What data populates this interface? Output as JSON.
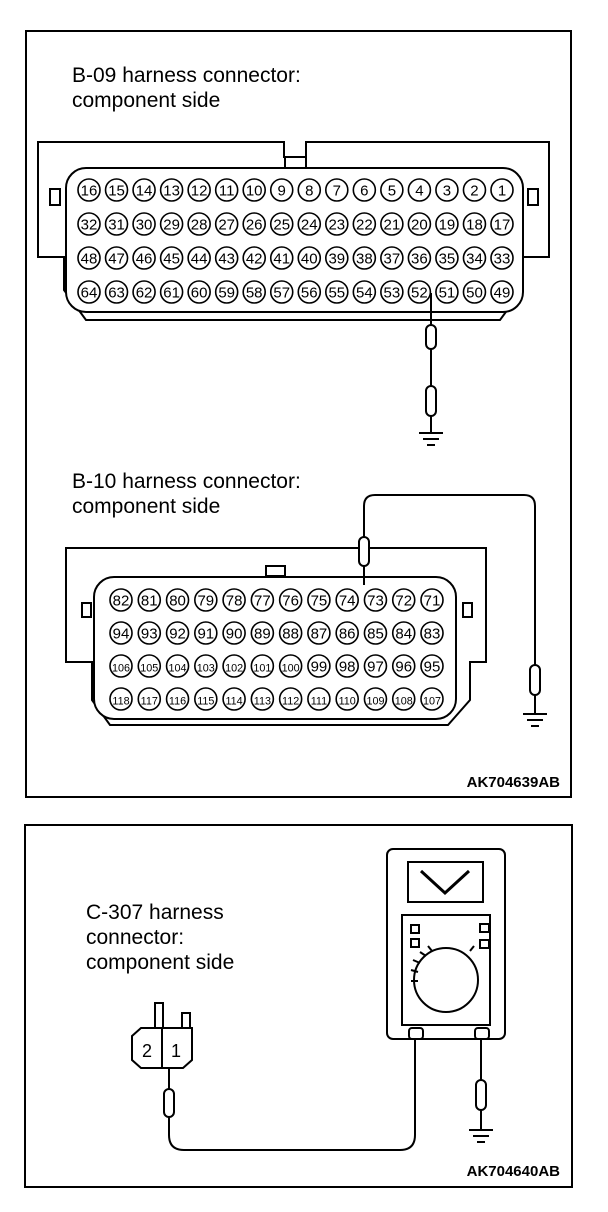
{
  "figure1": {
    "connector_b09": {
      "title_line1": "B-09 harness connector:",
      "title_line2": "component side",
      "rows": [
        [
          "16",
          "15",
          "14",
          "13",
          "12",
          "11",
          "10",
          "9",
          "8",
          "7",
          "6",
          "5",
          "4",
          "3",
          "2",
          "1"
        ],
        [
          "32",
          "31",
          "30",
          "29",
          "28",
          "27",
          "26",
          "25",
          "24",
          "23",
          "22",
          "21",
          "20",
          "19",
          "18",
          "17"
        ],
        [
          "48",
          "47",
          "46",
          "45",
          "44",
          "43",
          "42",
          "41",
          "40",
          "39",
          "38",
          "37",
          "36",
          "35",
          "34",
          "33"
        ],
        [
          "64",
          "63",
          "62",
          "61",
          "60",
          "59",
          "58",
          "57",
          "56",
          "55",
          "54",
          "53",
          "52",
          "51",
          "50",
          "49"
        ]
      ]
    },
    "connector_b10": {
      "title_line1": "B-10 harness connector:",
      "title_line2": "component side",
      "rows": [
        [
          "82",
          "81",
          "80",
          "79",
          "78",
          "77",
          "76",
          "75",
          "74",
          "73",
          "72",
          "71"
        ],
        [
          "94",
          "93",
          "92",
          "91",
          "90",
          "89",
          "88",
          "87",
          "86",
          "85",
          "84",
          "83"
        ],
        [
          "106",
          "105",
          "104",
          "103",
          "102",
          "101",
          "100",
          "99",
          "98",
          "97",
          "96",
          "95"
        ],
        [
          "118",
          "117",
          "116",
          "115",
          "114",
          "113",
          "112",
          "111",
          "110",
          "109",
          "108",
          "107"
        ]
      ]
    },
    "code": "AK704639AB"
  },
  "figure2": {
    "connector_c307": {
      "title_line1": "C-307 harness",
      "title_line2": "connector:",
      "title_line3": "component side",
      "pins": [
        "2",
        "1"
      ]
    },
    "code": "AK704640AB"
  }
}
